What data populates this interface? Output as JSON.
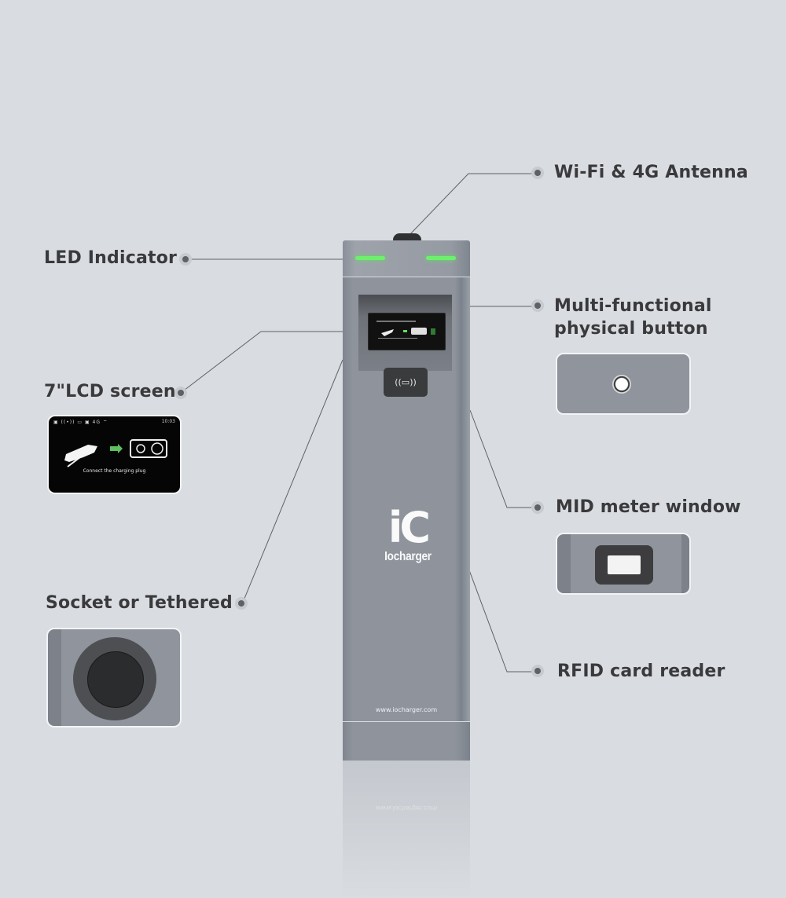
{
  "labels": {
    "wifi": "Wi-Fi & 4G Antenna",
    "led": "LED Indicator",
    "button_line1": "Multi-functional",
    "button_line2": "physical button",
    "lcd": "7\"LCD screen",
    "mid": "MID meter window",
    "socket": "Socket or Tethered",
    "rfid": "RFID card reader"
  },
  "charger": {
    "brand_mark": "iC",
    "brand_name": "Iocharger",
    "url": "www.iocharger.com",
    "led_color": "#6ef06e",
    "rfid_icon": "((▭))"
  },
  "lcd_screen": {
    "status_icons": "▣ ((•)) ▭ ▣ 4G ⌔",
    "time": "10:03",
    "message": "Connect the charging plug"
  },
  "colors": {
    "background": "#d9dce0",
    "label_text": "#3a3a3c",
    "charger_body": "#8f949c"
  }
}
